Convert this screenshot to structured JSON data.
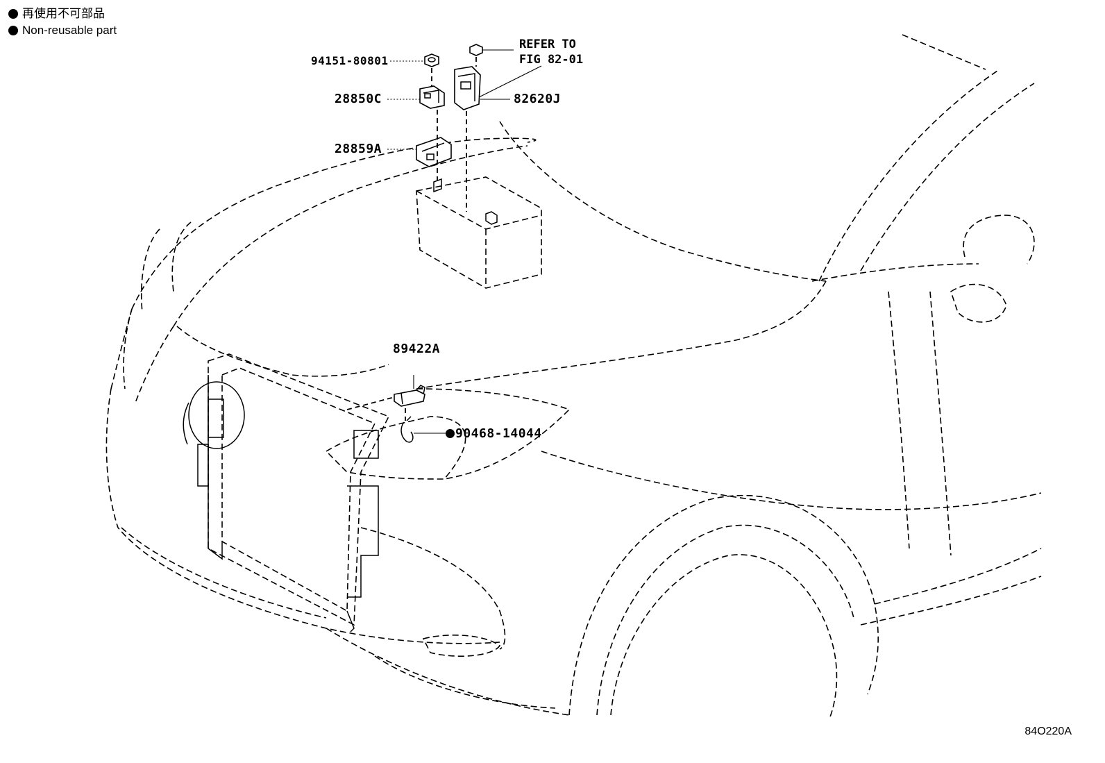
{
  "legend": {
    "items": [
      {
        "label_ja": "再使用不可部品",
        "label_en": "Non-reusable part"
      }
    ]
  },
  "callouts": {
    "nut": "94151-80801",
    "bracket_c": "28850C",
    "bracket_a": "28859A",
    "block": "82620J",
    "sensor": "89422A",
    "clip": "90468-14044"
  },
  "reference": {
    "line1": "REFER TO",
    "line2": "FIG 82-01"
  },
  "illustration_id": "84O220A"
}
